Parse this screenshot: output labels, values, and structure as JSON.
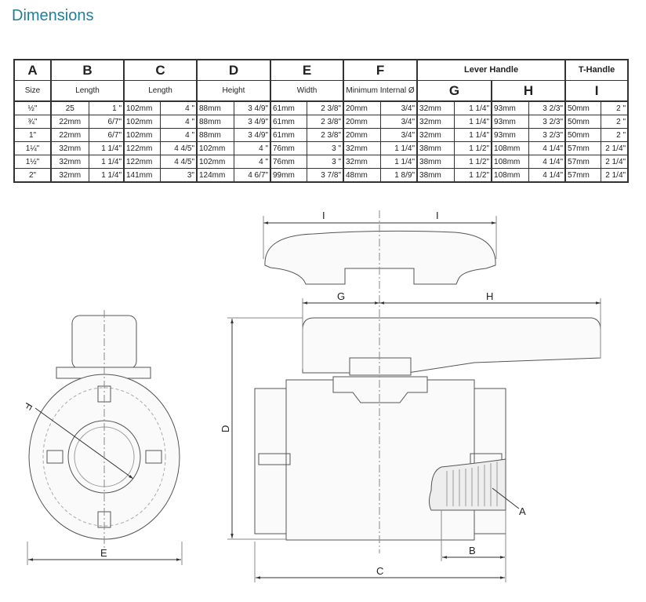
{
  "title": "Dimensions",
  "table": {
    "letters": [
      "A",
      "B",
      "C",
      "D",
      "E",
      "F",
      "G",
      "H",
      "I"
    ],
    "groups": {
      "lever": "Lever Handle",
      "t": "T-Handle"
    },
    "sub": {
      "size": "Size",
      "b": "Length",
      "c": "Length",
      "d": "Height",
      "e": "Width",
      "f": "Minimum Internal Ø"
    },
    "rows": [
      [
        "½\"",
        "25",
        "1   \"",
        "102mm",
        "4   \"",
        "88mm",
        "3 4/9\"",
        "61mm",
        "2 3/8\"",
        "20mm",
        "3/4\"",
        "32mm",
        "1 1/4\"",
        "93mm",
        "3 2/3\"",
        "50mm",
        "2   \""
      ],
      [
        "¾\"",
        "22mm",
        "6/7\"",
        "102mm",
        "4   \"",
        "88mm",
        "3 4/9\"",
        "61mm",
        "2 3/8\"",
        "20mm",
        "3/4\"",
        "32mm",
        "1 1/4\"",
        "93mm",
        "3 2/3\"",
        "50mm",
        "2   \""
      ],
      [
        "1\"",
        "22mm",
        "6/7\"",
        "102mm",
        "4   \"",
        "88mm",
        "3 4/9\"",
        "61mm",
        "2 3/8\"",
        "20mm",
        "3/4\"",
        "32mm",
        "1 1/4\"",
        "93mm",
        "3 2/3\"",
        "50mm",
        "2   \""
      ],
      [
        "1¼\"",
        "32mm",
        "1 1/4\"",
        "122mm",
        "4 4/5\"",
        "102mm",
        "4   \"",
        "76mm",
        "3   \"",
        "32mm",
        "1 1/4\"",
        "38mm",
        "1 1/2\"",
        "108mm",
        "4 1/4\"",
        "57mm",
        "2 1/4\""
      ],
      [
        "1½\"",
        "32mm",
        "1 1/4\"",
        "122mm",
        "4 4/5\"",
        "102mm",
        "4   \"",
        "76mm",
        "3   \"",
        "32mm",
        "1 1/4\"",
        "38mm",
        "1 1/2\"",
        "108mm",
        "4 1/4\"",
        "57mm",
        "2 1/4\""
      ],
      [
        "2\"",
        "32mm",
        "1 1/4\"",
        "141mm",
        "3\"",
        "124mm",
        "4 6/7\"",
        "99mm",
        "3 7/8\"",
        "48mm",
        "1 8/9\"",
        "38mm",
        "1 1/2\"",
        "108mm",
        "4 1/4\"",
        "57mm",
        "2 1/4\""
      ]
    ]
  },
  "drawing": {
    "labels": {
      "i_left": "I",
      "i_right": "I",
      "g": "G",
      "h": "H",
      "d": "D",
      "f": "F",
      "e": "E",
      "c": "C",
      "b": "B",
      "a": "A"
    }
  }
}
